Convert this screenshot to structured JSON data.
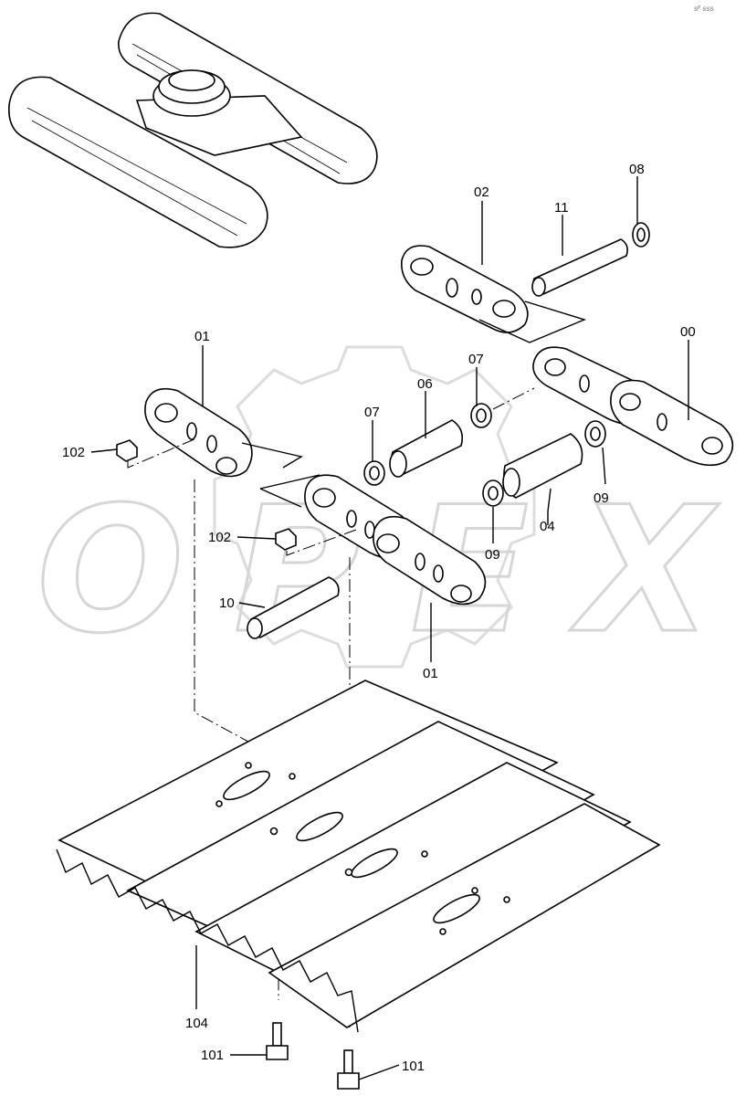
{
  "watermark": "OPEX",
  "corner_mark": "sᴾ sss",
  "part_labels": {
    "p00": "00",
    "p01_top": "01",
    "p01_bottom": "01",
    "p02": "02",
    "p04": "04",
    "p06": "06",
    "p07_left": "07",
    "p07_right": "07",
    "p08": "08",
    "p09_left": "09",
    "p09_right": "09",
    "p10": "10",
    "p11": "11",
    "p101_left": "101",
    "p101_right": "101",
    "p102_top": "102",
    "p102_mid": "102",
    "p104": "104"
  },
  "colors": {
    "line": "#000000",
    "watermark": "#d6d6d6",
    "background": "#ffffff"
  }
}
